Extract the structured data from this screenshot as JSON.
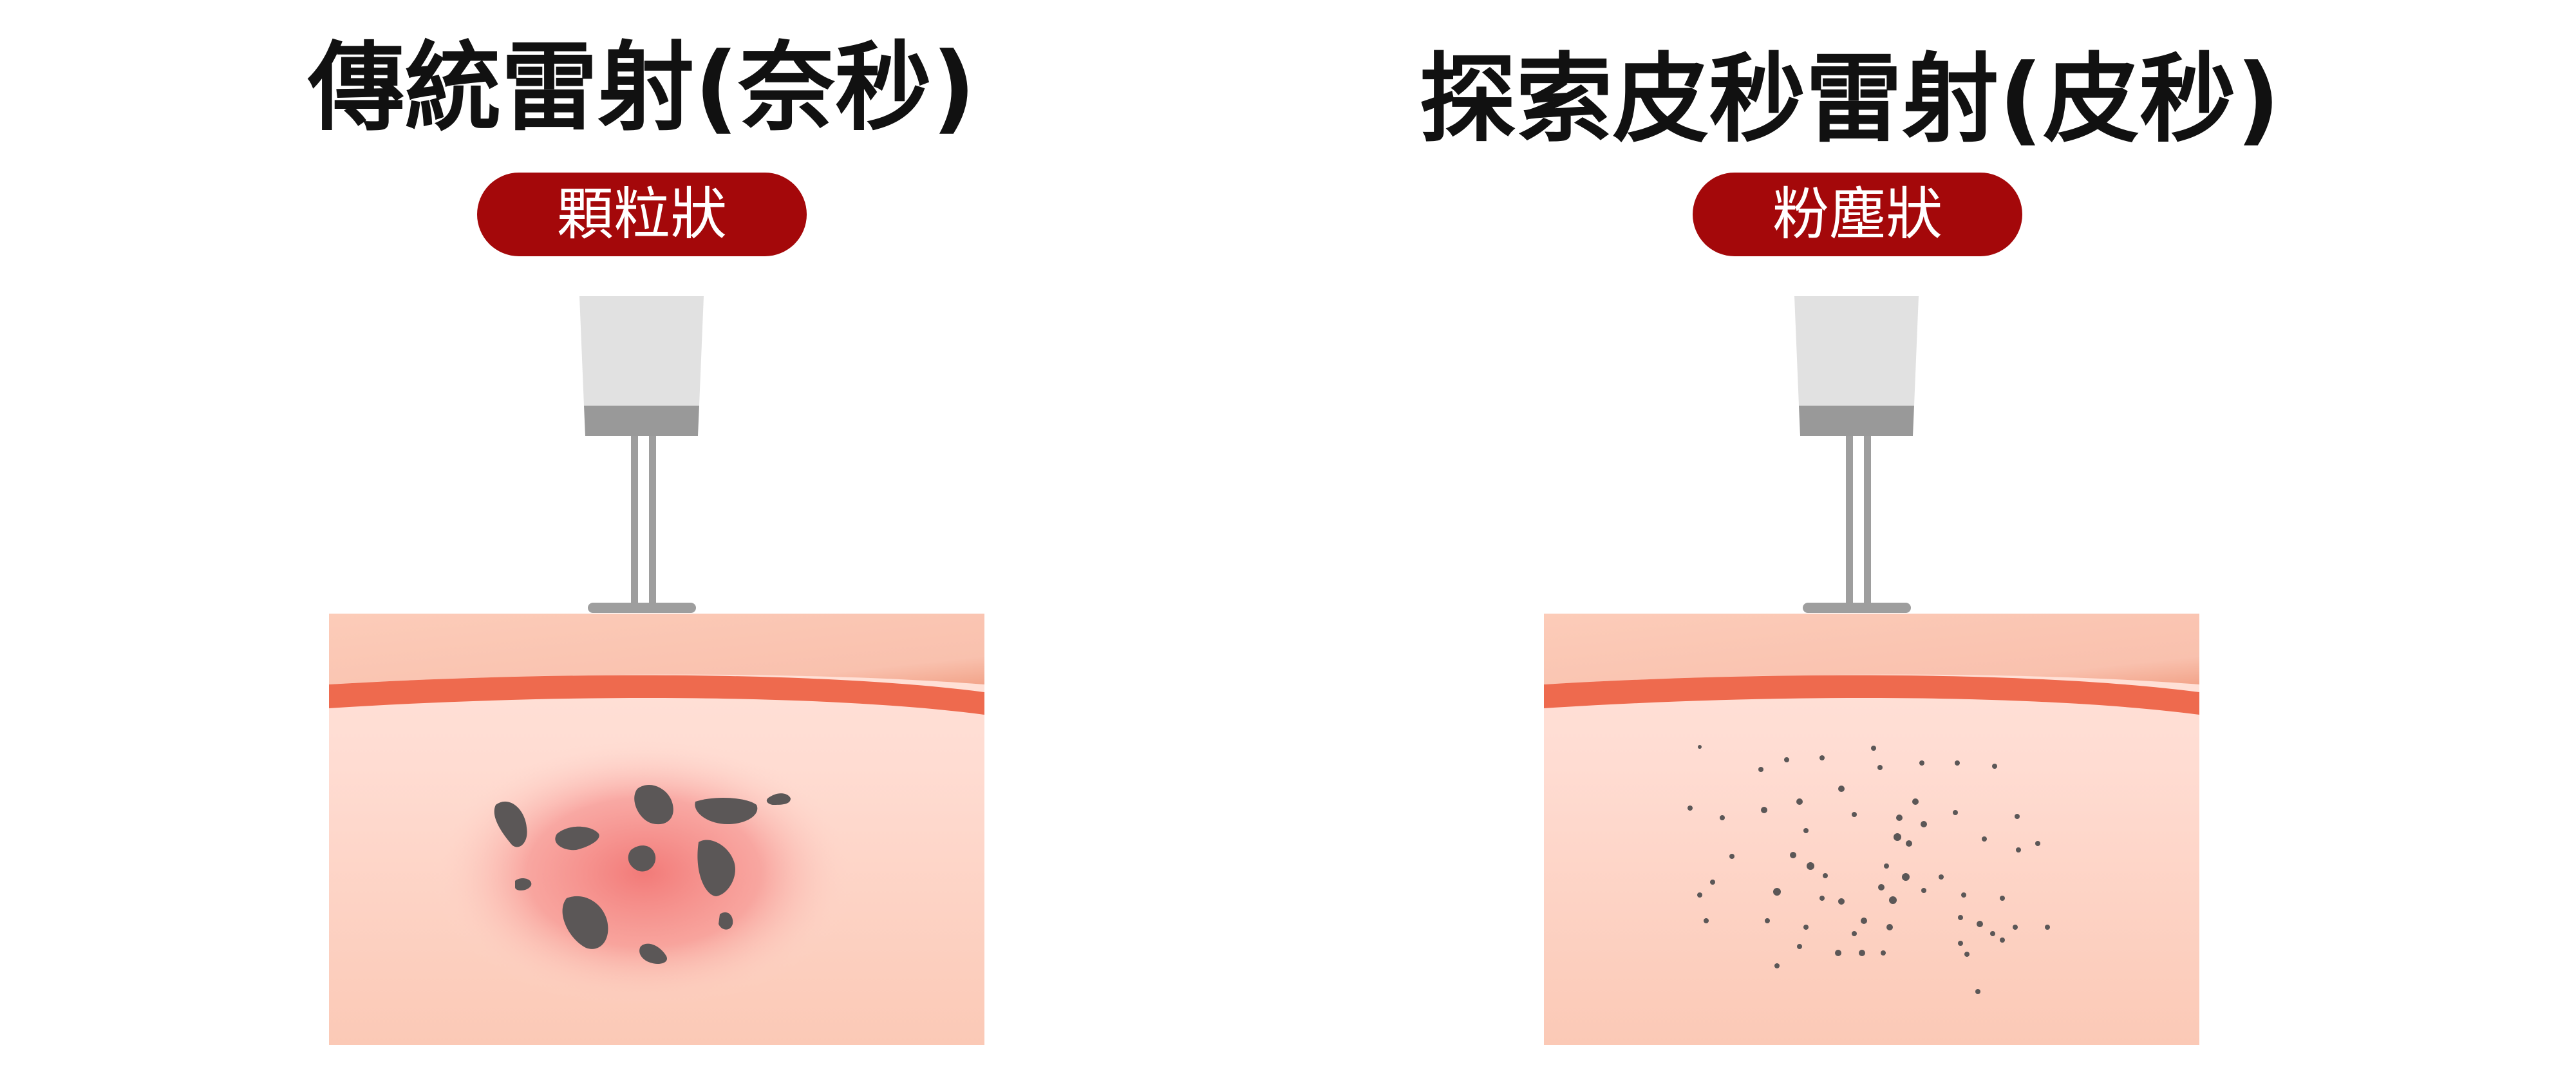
{
  "colors": {
    "badge": "#A4080A",
    "skin_top": "#F9C4B1",
    "skin_bottom": "#FBC9B6",
    "skin_mid": "#FFDCD2",
    "epidermis_line": "#EE6A4E",
    "pigment": "#5B5757",
    "laser_head_light": "#E1E1E1",
    "laser_head_dark": "#999999",
    "laser_rod": "#9E9E9E",
    "glow": "#F06A6A"
  },
  "panels": [
    {
      "title": "傳統雷射(奈秒)",
      "badge": "顆粒狀",
      "pigment_form": "granules"
    },
    {
      "title": "探索皮秒雷射(皮秒)",
      "badge": "粉塵狀",
      "pigment_form": "dust"
    }
  ]
}
